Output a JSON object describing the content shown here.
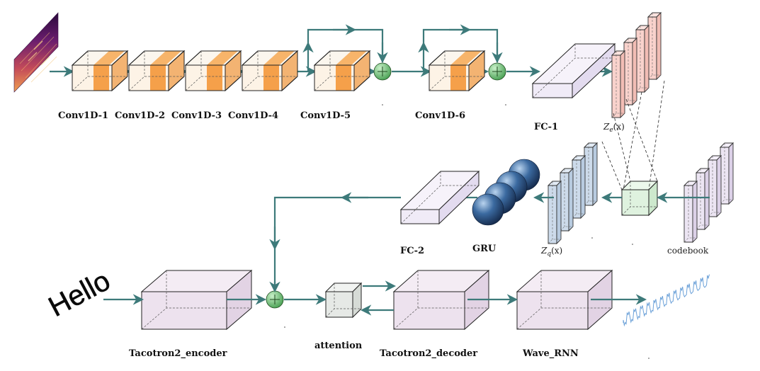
{
  "labels": {
    "conv1": "Conv1D-1",
    "conv2": "Conv1D-2",
    "conv3": "Conv1D-3",
    "conv4": "Conv1D-4",
    "conv5": "Conv1D-5",
    "conv6": "Conv1D-6",
    "fc1": "FC-1",
    "ze_var": "Z",
    "ze_sub": "e",
    "ze_arg": "(x)",
    "fc2": "FC-2",
    "gru": "GRU",
    "zq_var": "Z",
    "zq_sub": "q",
    "zq_arg": "(x)",
    "codebook": "codebook",
    "encoder": "Tacotron2_encoder",
    "attention": "attention",
    "decoder": "Tacotron2_decoder",
    "wavernn": "Wave_RNN",
    "hello": "Hello"
  },
  "colors": {
    "flow": "#3d7a7a",
    "conv_body": "#fdf3e6",
    "conv_stripe": "#f5a04a",
    "fc_body": "#f0ebf7",
    "ze_fill": "#f9d2cc",
    "zq_fill": "#cddbeb",
    "codebook_fill": "#ece5f3",
    "big_box": "#ede2ee",
    "sum_node": "#6fbf6f",
    "gru_sphere": "#2f5a8c",
    "quantizer_cube": "#dff2df",
    "attention_cube": "#e6e9e6",
    "wave": "#6aa0d8"
  }
}
